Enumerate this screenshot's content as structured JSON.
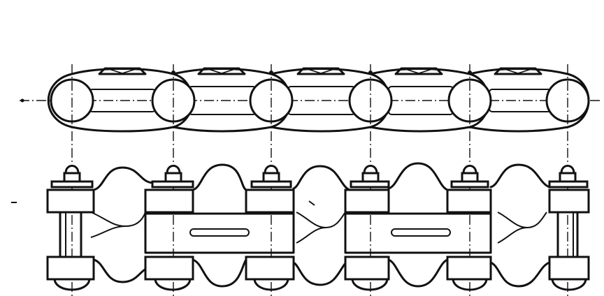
{
  "diagram": {
    "subject": "",
    "views": [
      {
        "id": "side-view"
      },
      {
        "id": "top-view"
      }
    ],
    "pin_count": 6,
    "colors": {
      "ink": "#111111",
      "paper": "#ffffff"
    }
  }
}
